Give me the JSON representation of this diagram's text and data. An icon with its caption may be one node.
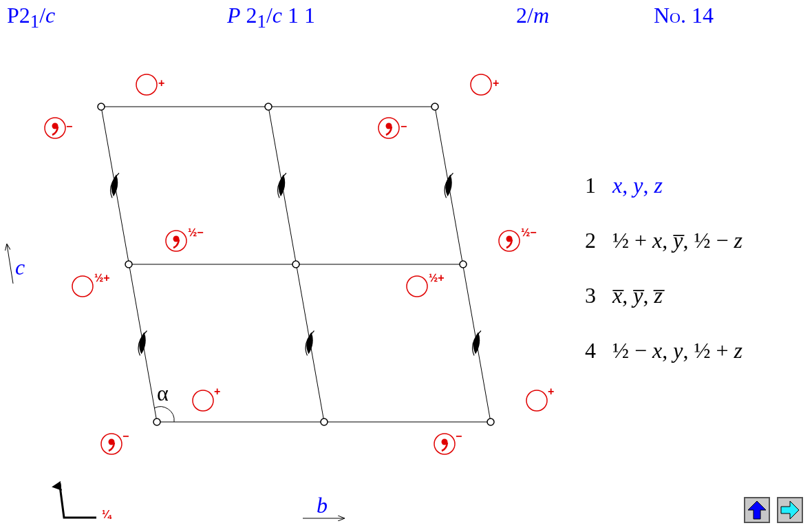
{
  "diagram": {
    "labels": [
      "P2$_{1}$/*c*",
      "*P* 2$_{1}$/*c* 1 1",
      "2/*m*",
      "No. 14",
      "+",
      "+",
      "−",
      "−",
      "½−",
      "½−",
      "c",
      "½+",
      "½+",
      "α",
      "+",
      "+",
      "−",
      "−",
      "1",
      "*x*, *y*, *z*",
      "2",
      "½ + *x*, *y̅*, ½ − *z*",
      "3",
      "*x̅*, *y̅*, *z̅*",
      "4",
      "½ − *x*, *y*, ½ + *z*",
      "b",
      "¼"
    ]
  }
}
